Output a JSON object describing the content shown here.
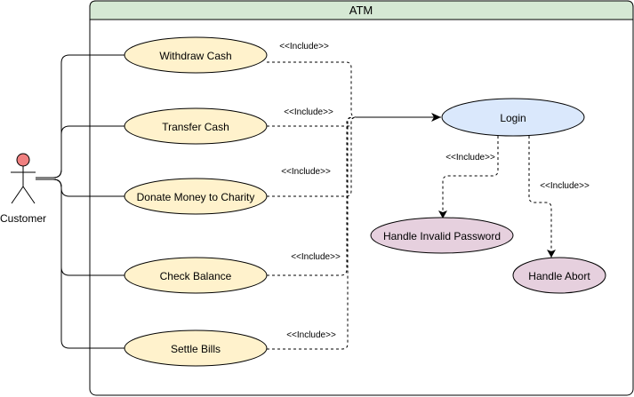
{
  "system": {
    "title": "ATM"
  },
  "actor": {
    "name": "Customer",
    "head_color": "#f08080"
  },
  "use_cases": [
    {
      "id": "withdraw",
      "label": "Withdraw Cash",
      "fill": "#fff2cc"
    },
    {
      "id": "transfer",
      "label": "Transfer Cash",
      "fill": "#fff2cc"
    },
    {
      "id": "donate",
      "label": "Donate Money to Charity",
      "fill": "#fff2cc"
    },
    {
      "id": "balance",
      "label": "Check Balance",
      "fill": "#fff2cc"
    },
    {
      "id": "bills",
      "label": "Settle Bills",
      "fill": "#fff2cc"
    },
    {
      "id": "login",
      "label": "Login",
      "fill": "#dae8fc"
    },
    {
      "id": "invalid",
      "label": "Handle Invalid Password",
      "fill": "#e6d0de"
    },
    {
      "id": "abort",
      "label": "Handle Abort",
      "fill": "#e6d0de"
    }
  ],
  "relations": [
    {
      "from": "withdraw",
      "to": "login",
      "label": "<<Include>>"
    },
    {
      "from": "transfer",
      "to": "login",
      "label": "<<Include>>"
    },
    {
      "from": "donate",
      "to": "login",
      "label": "<<Include>>"
    },
    {
      "from": "balance",
      "to": "login",
      "label": "<<Include>>"
    },
    {
      "from": "bills",
      "to": "login",
      "label": "<<Include>>"
    },
    {
      "from": "login",
      "to": "invalid",
      "label": "<<Include>>"
    },
    {
      "from": "login",
      "to": "abort",
      "label": "<<Include>>"
    }
  ],
  "colors": {
    "system_header": "#d5e8d4",
    "system_border": "#82b366"
  }
}
